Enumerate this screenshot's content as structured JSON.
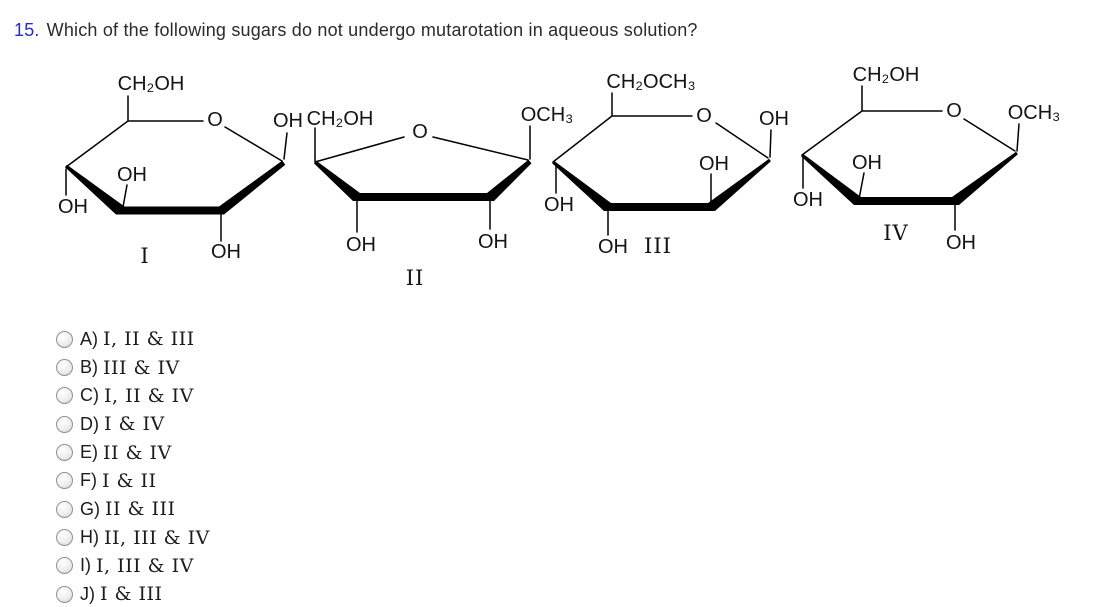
{
  "question": {
    "number": "15.",
    "text": "Which of the following sugars do not undergo mutarotation in aqueous solution?"
  },
  "colors": {
    "question_number": "#2b2bc4",
    "question_text": "#2b2b2b",
    "structure_lines": "#000000",
    "radio_border": "#919191"
  },
  "structures": {
    "one": {
      "numeral": "I",
      "ch2oh": "CH₂OH",
      "ring_o": "O",
      "oh_anomeric": "OH",
      "oh_c3": "OH",
      "oh_c4": "OH",
      "oh_c2": "OH"
    },
    "two": {
      "numeral": "II",
      "ch2oh": "CH₂OH",
      "ring_o": "O",
      "och3": "OCH₃",
      "oh_left": "OH",
      "oh_right": "OH"
    },
    "three": {
      "numeral": "III",
      "ch2och3": "CH₂OCH₃",
      "ring_o": "O",
      "oh_anomeric": "OH",
      "oh_c2": "OH",
      "oh_c3": "OH",
      "oh_c4": "OH"
    },
    "four": {
      "numeral": "IV",
      "ch2oh": "CH₂OH",
      "ring_o": "O",
      "och3": "OCH₃",
      "oh_c2": "OH",
      "oh_c3": "OH",
      "oh_c4": "OH"
    }
  },
  "options": [
    {
      "letter": "A)",
      "numerals": "I, II & III"
    },
    {
      "letter": "B)",
      "numerals": "III & IV"
    },
    {
      "letter": "C)",
      "numerals": "I, II & IV"
    },
    {
      "letter": "D)",
      "numerals": "I & IV"
    },
    {
      "letter": "E)",
      "numerals": "II & IV"
    },
    {
      "letter": "F)",
      "numerals": "I & II"
    },
    {
      "letter": "G)",
      "numerals": "II & III"
    },
    {
      "letter": "H)",
      "numerals": "II, III & IV"
    },
    {
      "letter": "I)",
      "numerals": "I, III & IV"
    },
    {
      "letter": "J)",
      "numerals": "I & III"
    }
  ]
}
